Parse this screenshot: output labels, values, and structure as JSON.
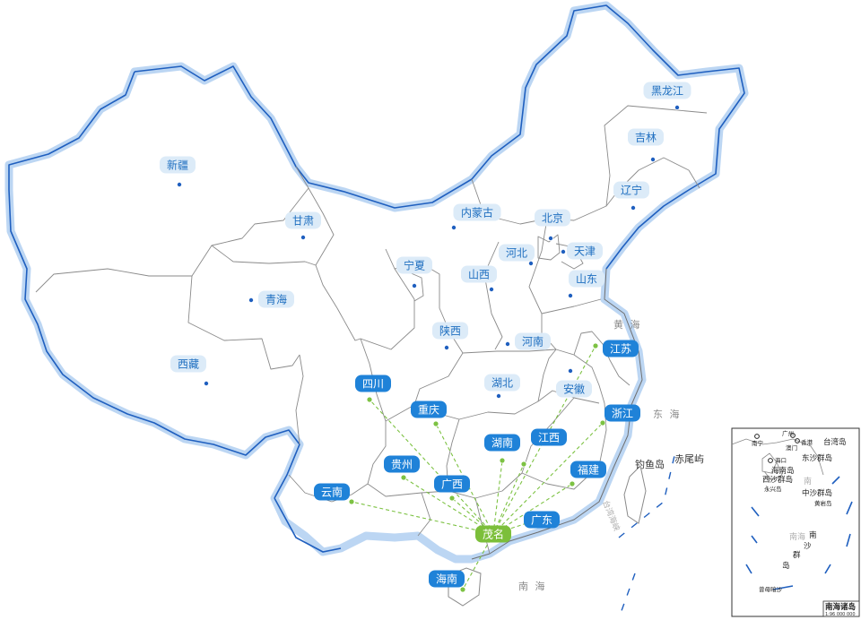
{
  "map": {
    "origin": "茂名",
    "connected": [
      "四川",
      "重庆",
      "贵州",
      "广西",
      "云南",
      "湖南",
      "江西",
      "江苏",
      "浙江",
      "福建",
      "广东",
      "海南"
    ]
  },
  "provinces": [
    {
      "name": "新疆",
      "highlight": false
    },
    {
      "name": "甘肃",
      "highlight": false
    },
    {
      "name": "内蒙古",
      "highlight": false
    },
    {
      "name": "黑龙江",
      "highlight": false
    },
    {
      "name": "吉林",
      "highlight": false
    },
    {
      "name": "辽宁",
      "highlight": false
    },
    {
      "name": "北京",
      "highlight": false
    },
    {
      "name": "天津",
      "highlight": false
    },
    {
      "name": "河北",
      "highlight": false
    },
    {
      "name": "山西",
      "highlight": false
    },
    {
      "name": "宁夏",
      "highlight": false
    },
    {
      "name": "青海",
      "highlight": false
    },
    {
      "name": "西藏",
      "highlight": false
    },
    {
      "name": "山东",
      "highlight": false
    },
    {
      "name": "陕西",
      "highlight": false
    },
    {
      "name": "河南",
      "highlight": false
    },
    {
      "name": "湖北",
      "highlight": false
    },
    {
      "name": "安徽",
      "highlight": false
    },
    {
      "name": "四川",
      "highlight": true
    },
    {
      "name": "重庆",
      "highlight": true
    },
    {
      "name": "贵州",
      "highlight": true
    },
    {
      "name": "广西",
      "highlight": true
    },
    {
      "name": "云南",
      "highlight": true
    },
    {
      "name": "湖南",
      "highlight": true
    },
    {
      "name": "江西",
      "highlight": true
    },
    {
      "name": "江苏",
      "highlight": true
    },
    {
      "name": "浙江",
      "highlight": true
    },
    {
      "name": "福建",
      "highlight": true
    },
    {
      "name": "广东",
      "highlight": true
    },
    {
      "name": "海南",
      "highlight": true
    }
  ],
  "seas": {
    "yellow_sea": "黄  海",
    "east_sea": "东  海",
    "south_sea": "南  海",
    "south_sea_big": "南海",
    "taiwan_strait": "台湾海峡"
  },
  "islands": {
    "diaoyu": "钓鱼岛",
    "chiwei": "赤尾屿"
  },
  "inset": {
    "nanning": "南宁",
    "guangzhou": "广州",
    "xianggang": "香港",
    "aomen": "澳门",
    "taiwan_dao": "台湾岛",
    "haikou": "海口",
    "hainan_dao": "海南岛",
    "dongsha": "东沙群岛",
    "xisha": "西沙群岛",
    "yongxing": "永兴岛",
    "zhongsha": "中沙群岛",
    "huangyan": "黄岩岛",
    "nan": "南",
    "sha": "沙",
    "qun": "群",
    "dao": "岛",
    "nansha_nan": "南",
    "zengmu": "曾母暗沙",
    "title": "南海诸岛",
    "scale": "1:96 000 000"
  },
  "colors": {
    "chip_normal_bg": "#dcebf8",
    "chip_normal_text": "#1f6fc0",
    "chip_highlight_bg": "#1f82d8",
    "chip_highlight_text": "#ffffff",
    "origin_bg": "#7cbf3a",
    "line": "#7dc243",
    "border_glow": "#b8d3f2",
    "border": "#1f5fbf",
    "province_line": "#8a8a8a"
  }
}
